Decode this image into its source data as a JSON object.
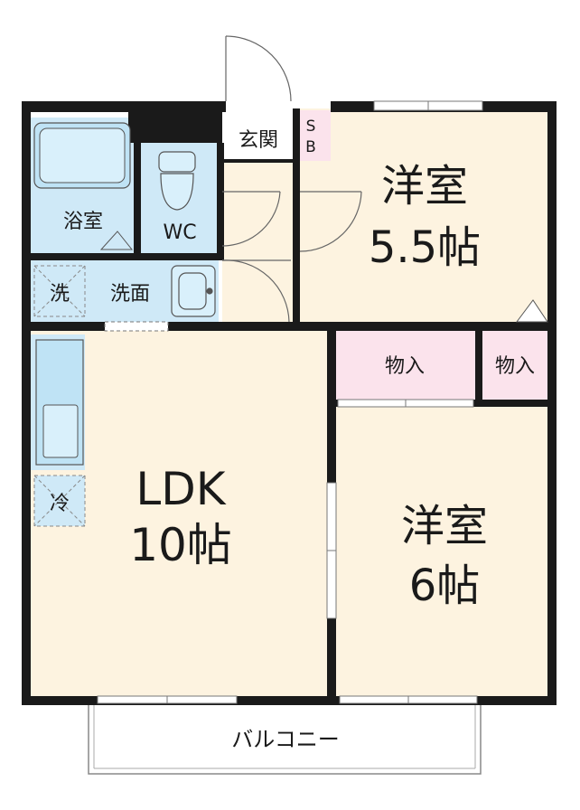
{
  "rooms": {
    "western_room_1": {
      "name": "洋室",
      "size": "5.5帖"
    },
    "western_room_2": {
      "name": "洋室",
      "size": "6帖"
    },
    "ldk": {
      "name": "LDK",
      "size": "10帖"
    },
    "bath": {
      "name": "浴室"
    },
    "toilet": {
      "name": "WC"
    },
    "washroom": {
      "name": "洗面"
    },
    "washer": {
      "name": "洗"
    },
    "fridge": {
      "name": "冷"
    },
    "entrance": {
      "name": "玄関"
    },
    "shoe_box": {
      "line1": "S",
      "line2": "B"
    },
    "storage_1": {
      "name": "物入"
    },
    "storage_2": {
      "name": "物入"
    },
    "balcony": {
      "name": "バルコニー"
    }
  },
  "colors": {
    "floor": "#fdf3e0",
    "wet_area": "#cfe9f7",
    "storage": "#fbe3ec",
    "wall": "#1a1a1a",
    "fixture": "#bfe3f5"
  }
}
